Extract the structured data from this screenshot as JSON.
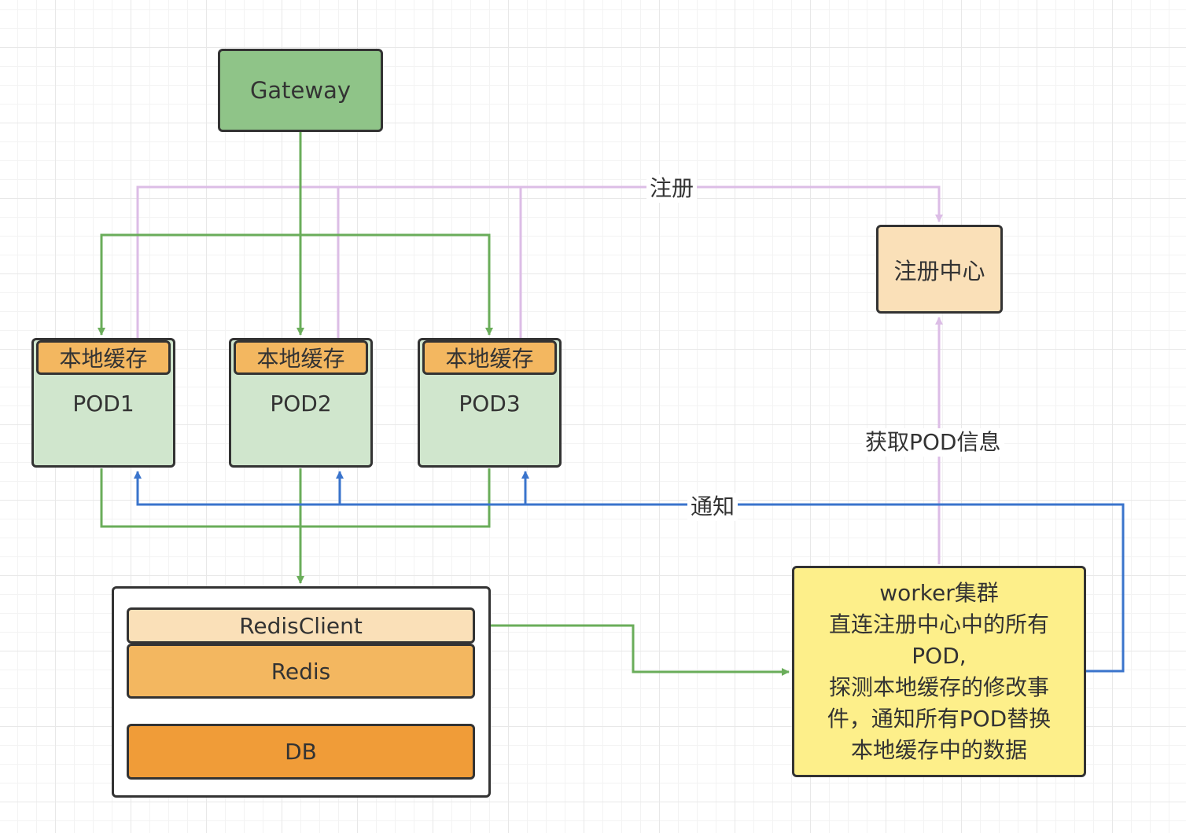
{
  "colors": {
    "gateway_fill": "#8fc488",
    "pod_fill": "#d0e6cd",
    "cache_fill": "#f3b760",
    "registry_fill": "#fae0b8",
    "redisclient_fill": "#fae0b8",
    "redis_fill": "#f3b760",
    "db_fill": "#f09c38",
    "worker_fill": "#fdef8a",
    "green_edge": "#6aad5a",
    "purple_edge": "#dcbde6",
    "blue_edge": "#3a74cc"
  },
  "nodes": {
    "gateway": "Gateway",
    "registry": "注册中心",
    "pods": [
      {
        "label": "POD1",
        "cache": "本地缓存"
      },
      {
        "label": "POD2",
        "cache": "本地缓存"
      },
      {
        "label": "POD3",
        "cache": "本地缓存"
      }
    ],
    "storage": {
      "redis_client": "RedisClient",
      "redis": "Redis",
      "db": "DB"
    },
    "worker": {
      "lines": [
        "worker集群",
        "直连注册中心中的所有",
        "POD,",
        "探测本地缓存的修改事",
        "件，通知所有POD替换",
        "本地缓存中的数据"
      ]
    }
  },
  "edge_labels": {
    "register": "注册",
    "get_pod_info": "获取POD信息",
    "notify": "通知"
  },
  "edges": [
    {
      "from": "Gateway",
      "to": "POD1",
      "color": "green"
    },
    {
      "from": "Gateway",
      "to": "POD2",
      "color": "green"
    },
    {
      "from": "Gateway",
      "to": "POD3",
      "color": "green"
    },
    {
      "from": "POD1",
      "to": "注册中心",
      "color": "purple",
      "label": "注册"
    },
    {
      "from": "POD2",
      "to": "注册中心",
      "color": "purple",
      "label": "注册"
    },
    {
      "from": "POD3",
      "to": "注册中心",
      "color": "purple",
      "label": "注册"
    },
    {
      "from": "POD1",
      "to": "RedisClient",
      "color": "green"
    },
    {
      "from": "POD2",
      "to": "RedisClient",
      "color": "green"
    },
    {
      "from": "POD3",
      "to": "RedisClient",
      "color": "green"
    },
    {
      "from": "RedisClient",
      "to": "worker集群",
      "color": "green"
    },
    {
      "from": "worker集群",
      "to": "注册中心",
      "color": "purple",
      "label": "获取POD信息"
    },
    {
      "from": "worker集群",
      "to": "POD1",
      "color": "blue",
      "label": "通知"
    },
    {
      "from": "worker集群",
      "to": "POD2",
      "color": "blue",
      "label": "通知"
    },
    {
      "from": "worker集群",
      "to": "POD3",
      "color": "blue",
      "label": "通知"
    }
  ]
}
